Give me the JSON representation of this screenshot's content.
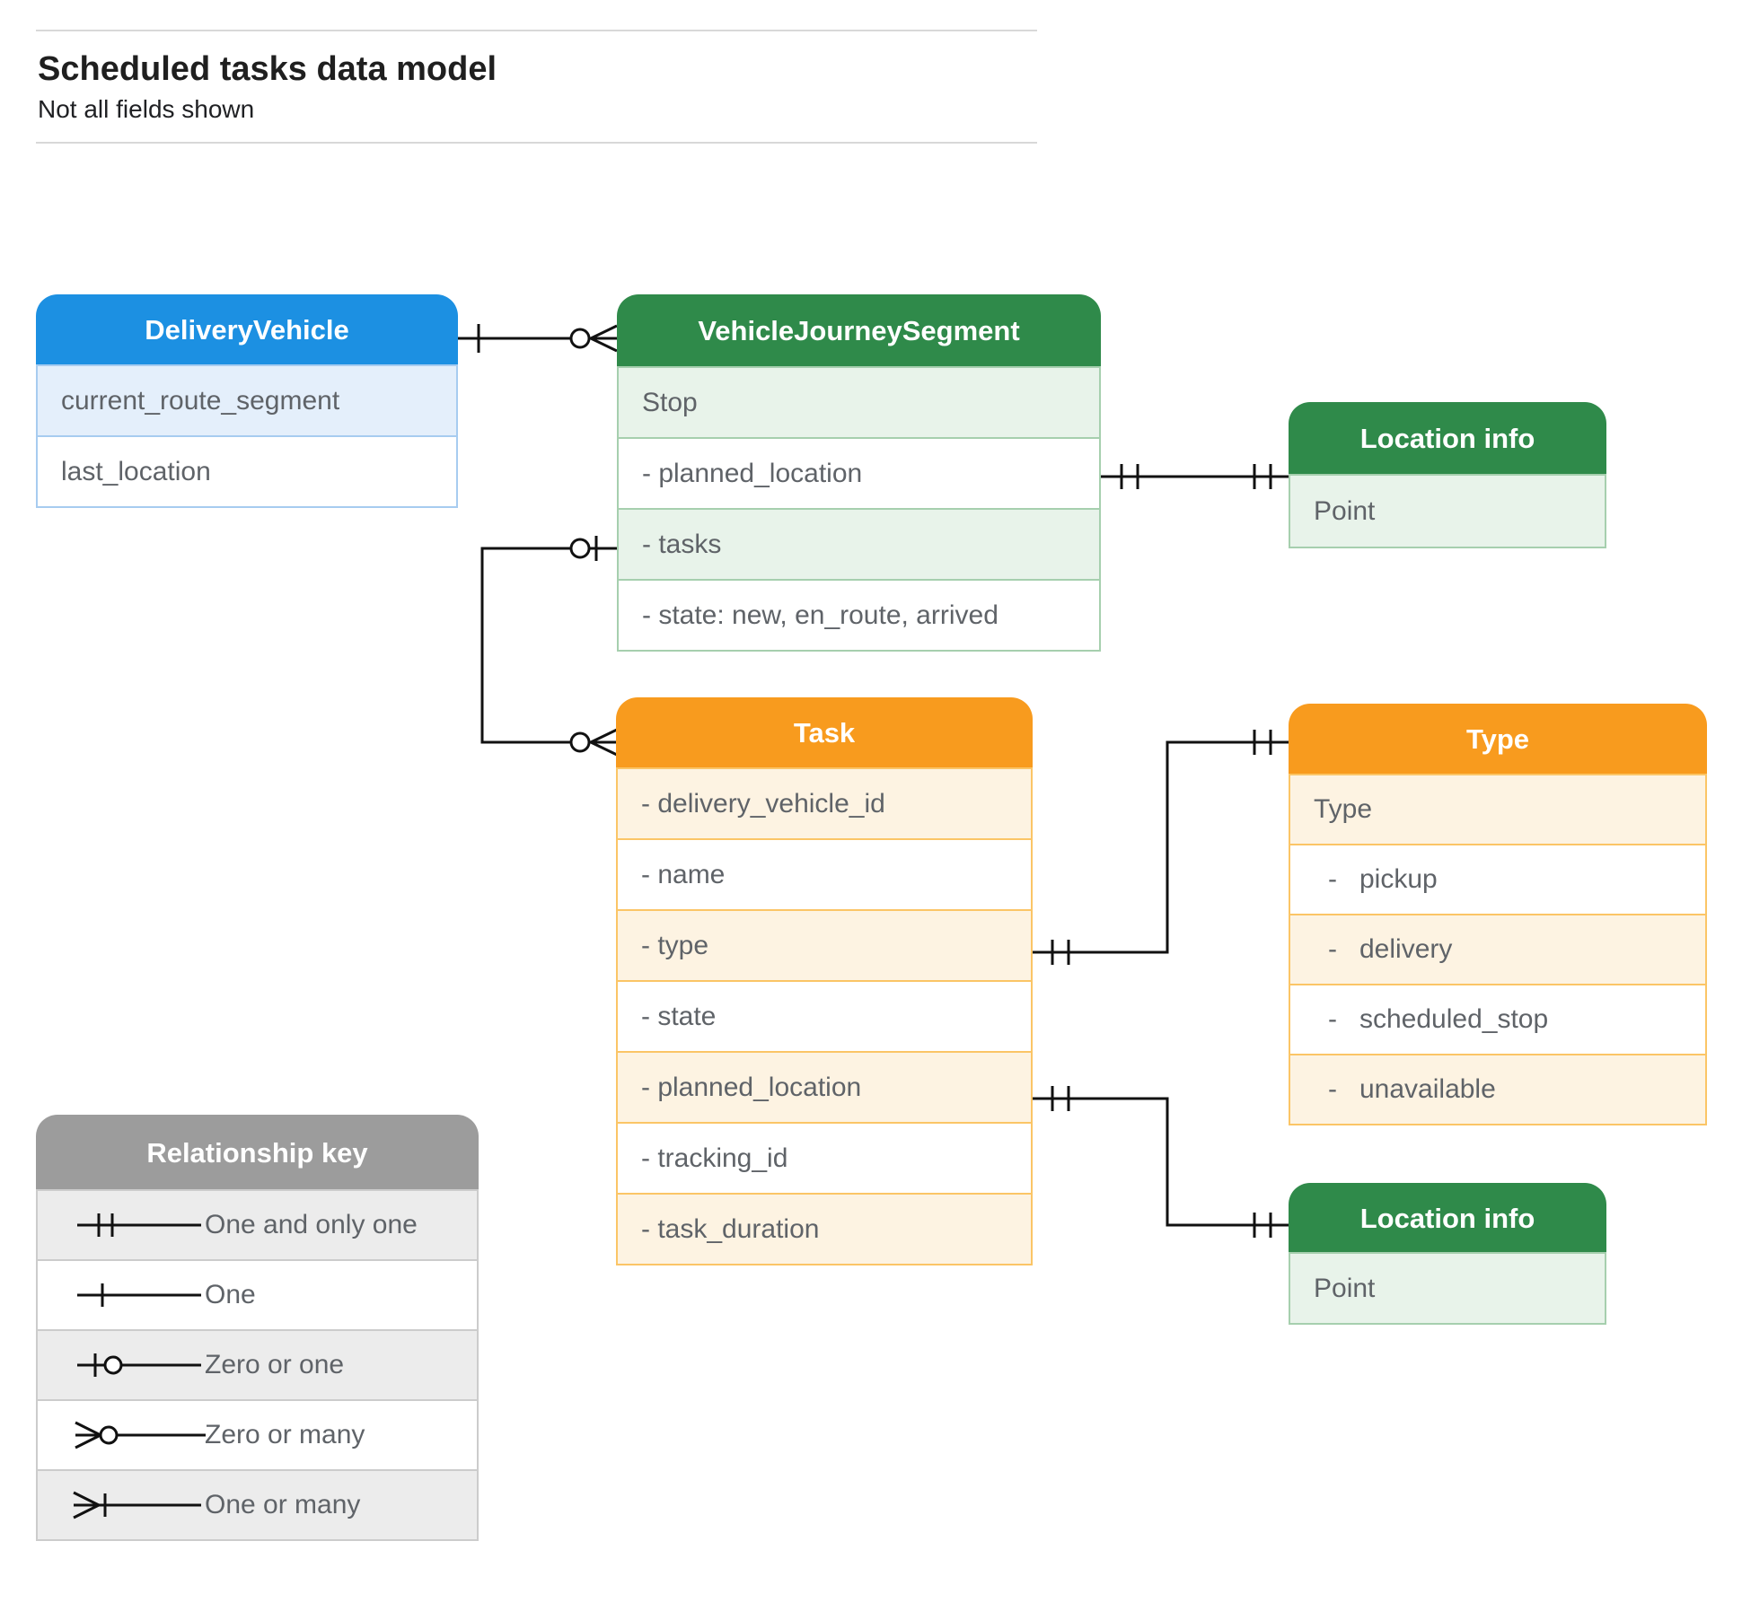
{
  "page": {
    "title": "Scheduled tasks data model",
    "subtitle": "Not all fields shown"
  },
  "colors": {
    "blue": "#1C90E2",
    "blue-tint": "#E4EFFB",
    "blue-border": "#A7CCF0",
    "green": "#2F8A4A",
    "green-tint": "#E8F3EA",
    "green-border": "#A6CFAE",
    "orange": "#F89B1E",
    "orange-tint": "#FDF3E2",
    "orange-border": "#FBC566",
    "gray": "#9C9C9C",
    "gray-tint": "#ECECEC",
    "gray-border": "#CCCCCC",
    "text": "#5F6368",
    "line": "#111111"
  },
  "entities": {
    "delivery_vehicle": {
      "title": "DeliveryVehicle",
      "fields": [
        "current_route_segment",
        "last_location"
      ]
    },
    "vehicle_journey_segment": {
      "title": "VehicleJourneySegment",
      "fields": [
        "Stop",
        "- planned_location",
        "- tasks",
        "- state: new, en_route, arrived"
      ]
    },
    "location_info_top": {
      "title": "Location info",
      "fields": [
        "Point"
      ]
    },
    "task": {
      "title": "Task",
      "fields": [
        "- delivery_vehicle_id",
        "- name",
        "- type",
        "- state",
        "- planned_location",
        "- tracking_id",
        "- task_duration"
      ]
    },
    "type": {
      "title": "Type",
      "fields": [
        "Type",
        "-   pickup",
        "-   delivery",
        "-   scheduled_stop",
        "-   unavailable"
      ]
    },
    "location_info_bottom": {
      "title": "Location info",
      "fields": [
        "Point"
      ]
    }
  },
  "legend": {
    "title": "Relationship key",
    "items": [
      {
        "icon": "one-and-only-one-icon",
        "label": "One and only one"
      },
      {
        "icon": "one-icon",
        "label": "One"
      },
      {
        "icon": "zero-or-one-icon",
        "label": "Zero or one"
      },
      {
        "icon": "zero-or-many-icon",
        "label": "Zero or many"
      },
      {
        "icon": "one-or-many-icon",
        "label": "One or many"
      }
    ]
  },
  "relationships": [
    {
      "from": "DeliveryVehicle",
      "to": "VehicleJourneySegment",
      "from_cardinality": "one",
      "to_cardinality": "zero-or-many"
    },
    {
      "from": "VehicleJourneySegment.planned_location",
      "to": "Location info",
      "from_cardinality": "one-and-only-one",
      "to_cardinality": "one-and-only-one"
    },
    {
      "from": "VehicleJourneySegment.tasks",
      "to": "Task",
      "from_cardinality": "zero-or-one",
      "to_cardinality": "zero-or-many"
    },
    {
      "from": "Task.type",
      "to": "Type",
      "from_cardinality": "one-and-only-one",
      "to_cardinality": "one-and-only-one"
    },
    {
      "from": "Task.planned_location",
      "to": "Location info",
      "from_cardinality": "one-and-only-one",
      "to_cardinality": "one-and-only-one"
    }
  ]
}
